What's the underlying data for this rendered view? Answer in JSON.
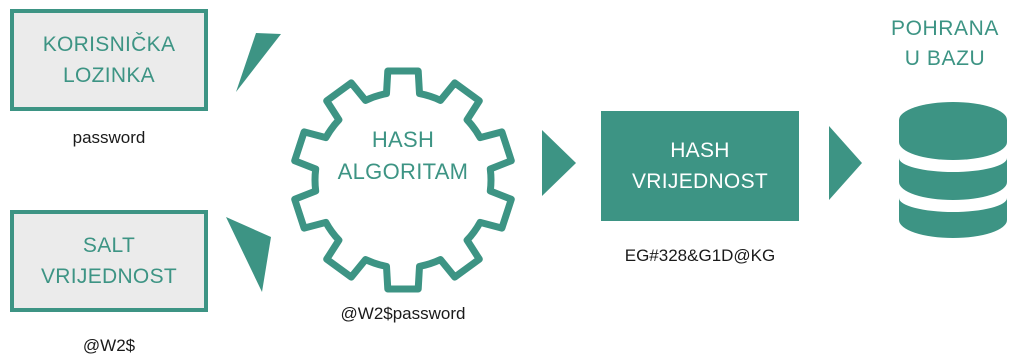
{
  "diagram": {
    "colors": {
      "accent": "#3d9484",
      "box_fill": "#ebebeb",
      "caption_text": "#1a1a1a"
    },
    "password_box": {
      "line1": "KORISNIČKA",
      "line2": "LOZINKA",
      "caption": "password"
    },
    "salt_box": {
      "line1": "SALT",
      "line2": "VRIJEDNOST",
      "caption": "@W2$"
    },
    "hash_algorithm": {
      "line1": "HASH",
      "line2": "ALGORITAM",
      "caption": "@W2$password",
      "icon": "gear-icon"
    },
    "hash_value": {
      "line1": "HASH",
      "line2": "VRIJEDNOST",
      "caption": "EG#328&G1D@KG"
    },
    "storage": {
      "line1": "POHRANA",
      "line2": "U BAZU",
      "icon": "database-icon"
    }
  }
}
